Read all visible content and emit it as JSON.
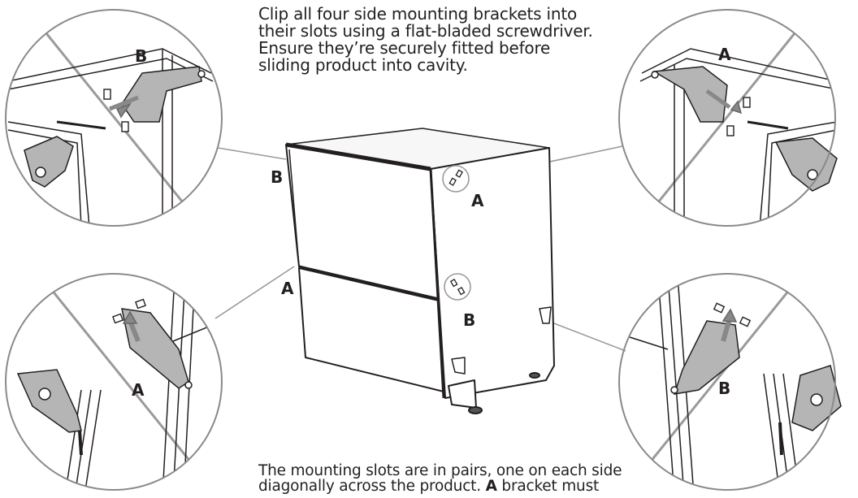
{
  "instructions": {
    "top_line1": "Clip all four side mounting brackets into",
    "top_line2": "their slots using a flat-bladed screwdriver.",
    "top_line3": "Ensure they’re securely fitted before",
    "top_line4": "sliding product into cavity.",
    "bottom_line1": "The mounting slots are in pairs, one on each side",
    "bottom_line2_a": "diagonally across the product. ",
    "bottom_line2_b": "A",
    "bottom_line2_c": " bracket must"
  },
  "labels": {
    "top_left_detail": "B",
    "top_right_detail": "A",
    "bottom_left_detail": "A",
    "bottom_right_detail": "B",
    "product_upper_left": "B",
    "product_lower_left": "A",
    "product_upper_right": "A",
    "product_lower_right": "B"
  }
}
